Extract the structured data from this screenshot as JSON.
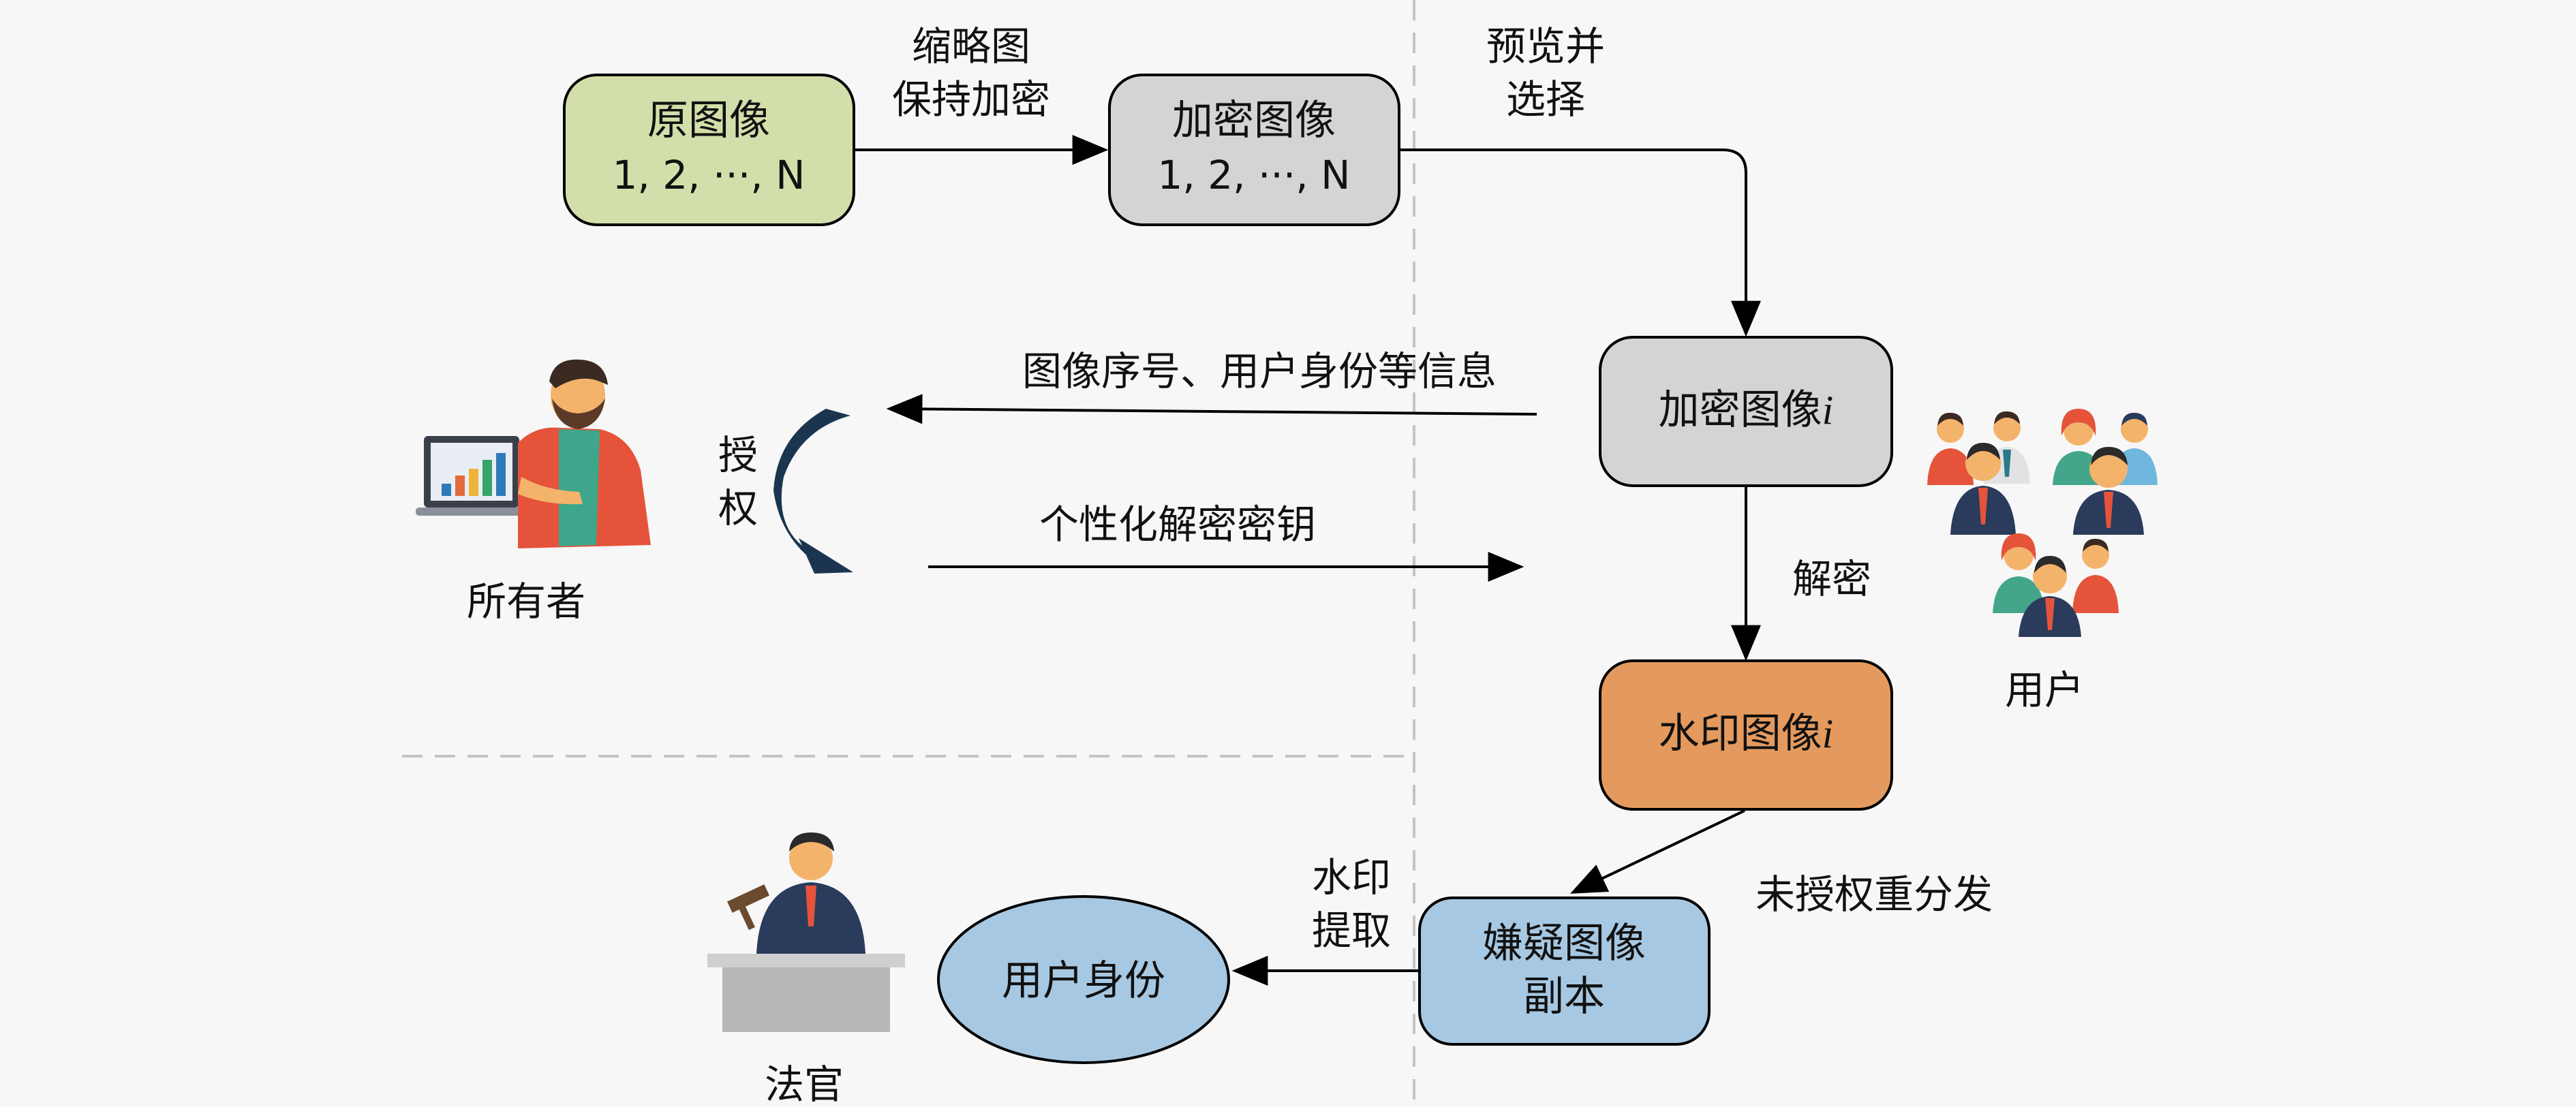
{
  "boxes": {
    "original": {
      "line1": "原图像",
      "line2": "1, 2, ···, N"
    },
    "encrypted": {
      "line1": "加密图像",
      "line2": "1, 2, ···, N"
    },
    "encrypted_i": {
      "text": "加密图像",
      "sub": "i"
    },
    "watermark_i": {
      "text": "水印图像",
      "sub": "i"
    },
    "suspect": {
      "line1": "嫌疑图像",
      "line2": "副本"
    },
    "user_identity": {
      "text": "用户身份"
    }
  },
  "edge_labels": {
    "thumbnail_keep": "缩略图",
    "keep_encrypt": "保持加密",
    "preview": "预览并",
    "select": "选择",
    "info": "图像序号、用户身份等信息",
    "key": "个性化解密密钥",
    "authorize_1": "授",
    "authorize_2": "权",
    "decrypt": "解密",
    "redistribute": "未授权重分发",
    "extract_1": "水印",
    "extract_2": "提取"
  },
  "actors": {
    "owner": "所有者",
    "users": "用户",
    "judge": "法官"
  },
  "colors": {
    "original_fill": "#d3dfaa",
    "encrypted_fill": "#d4d4d4",
    "watermark_fill": "#e49a5e",
    "suspect_fill": "#a7c8e2",
    "identity_fill": "#a7c8e2"
  }
}
